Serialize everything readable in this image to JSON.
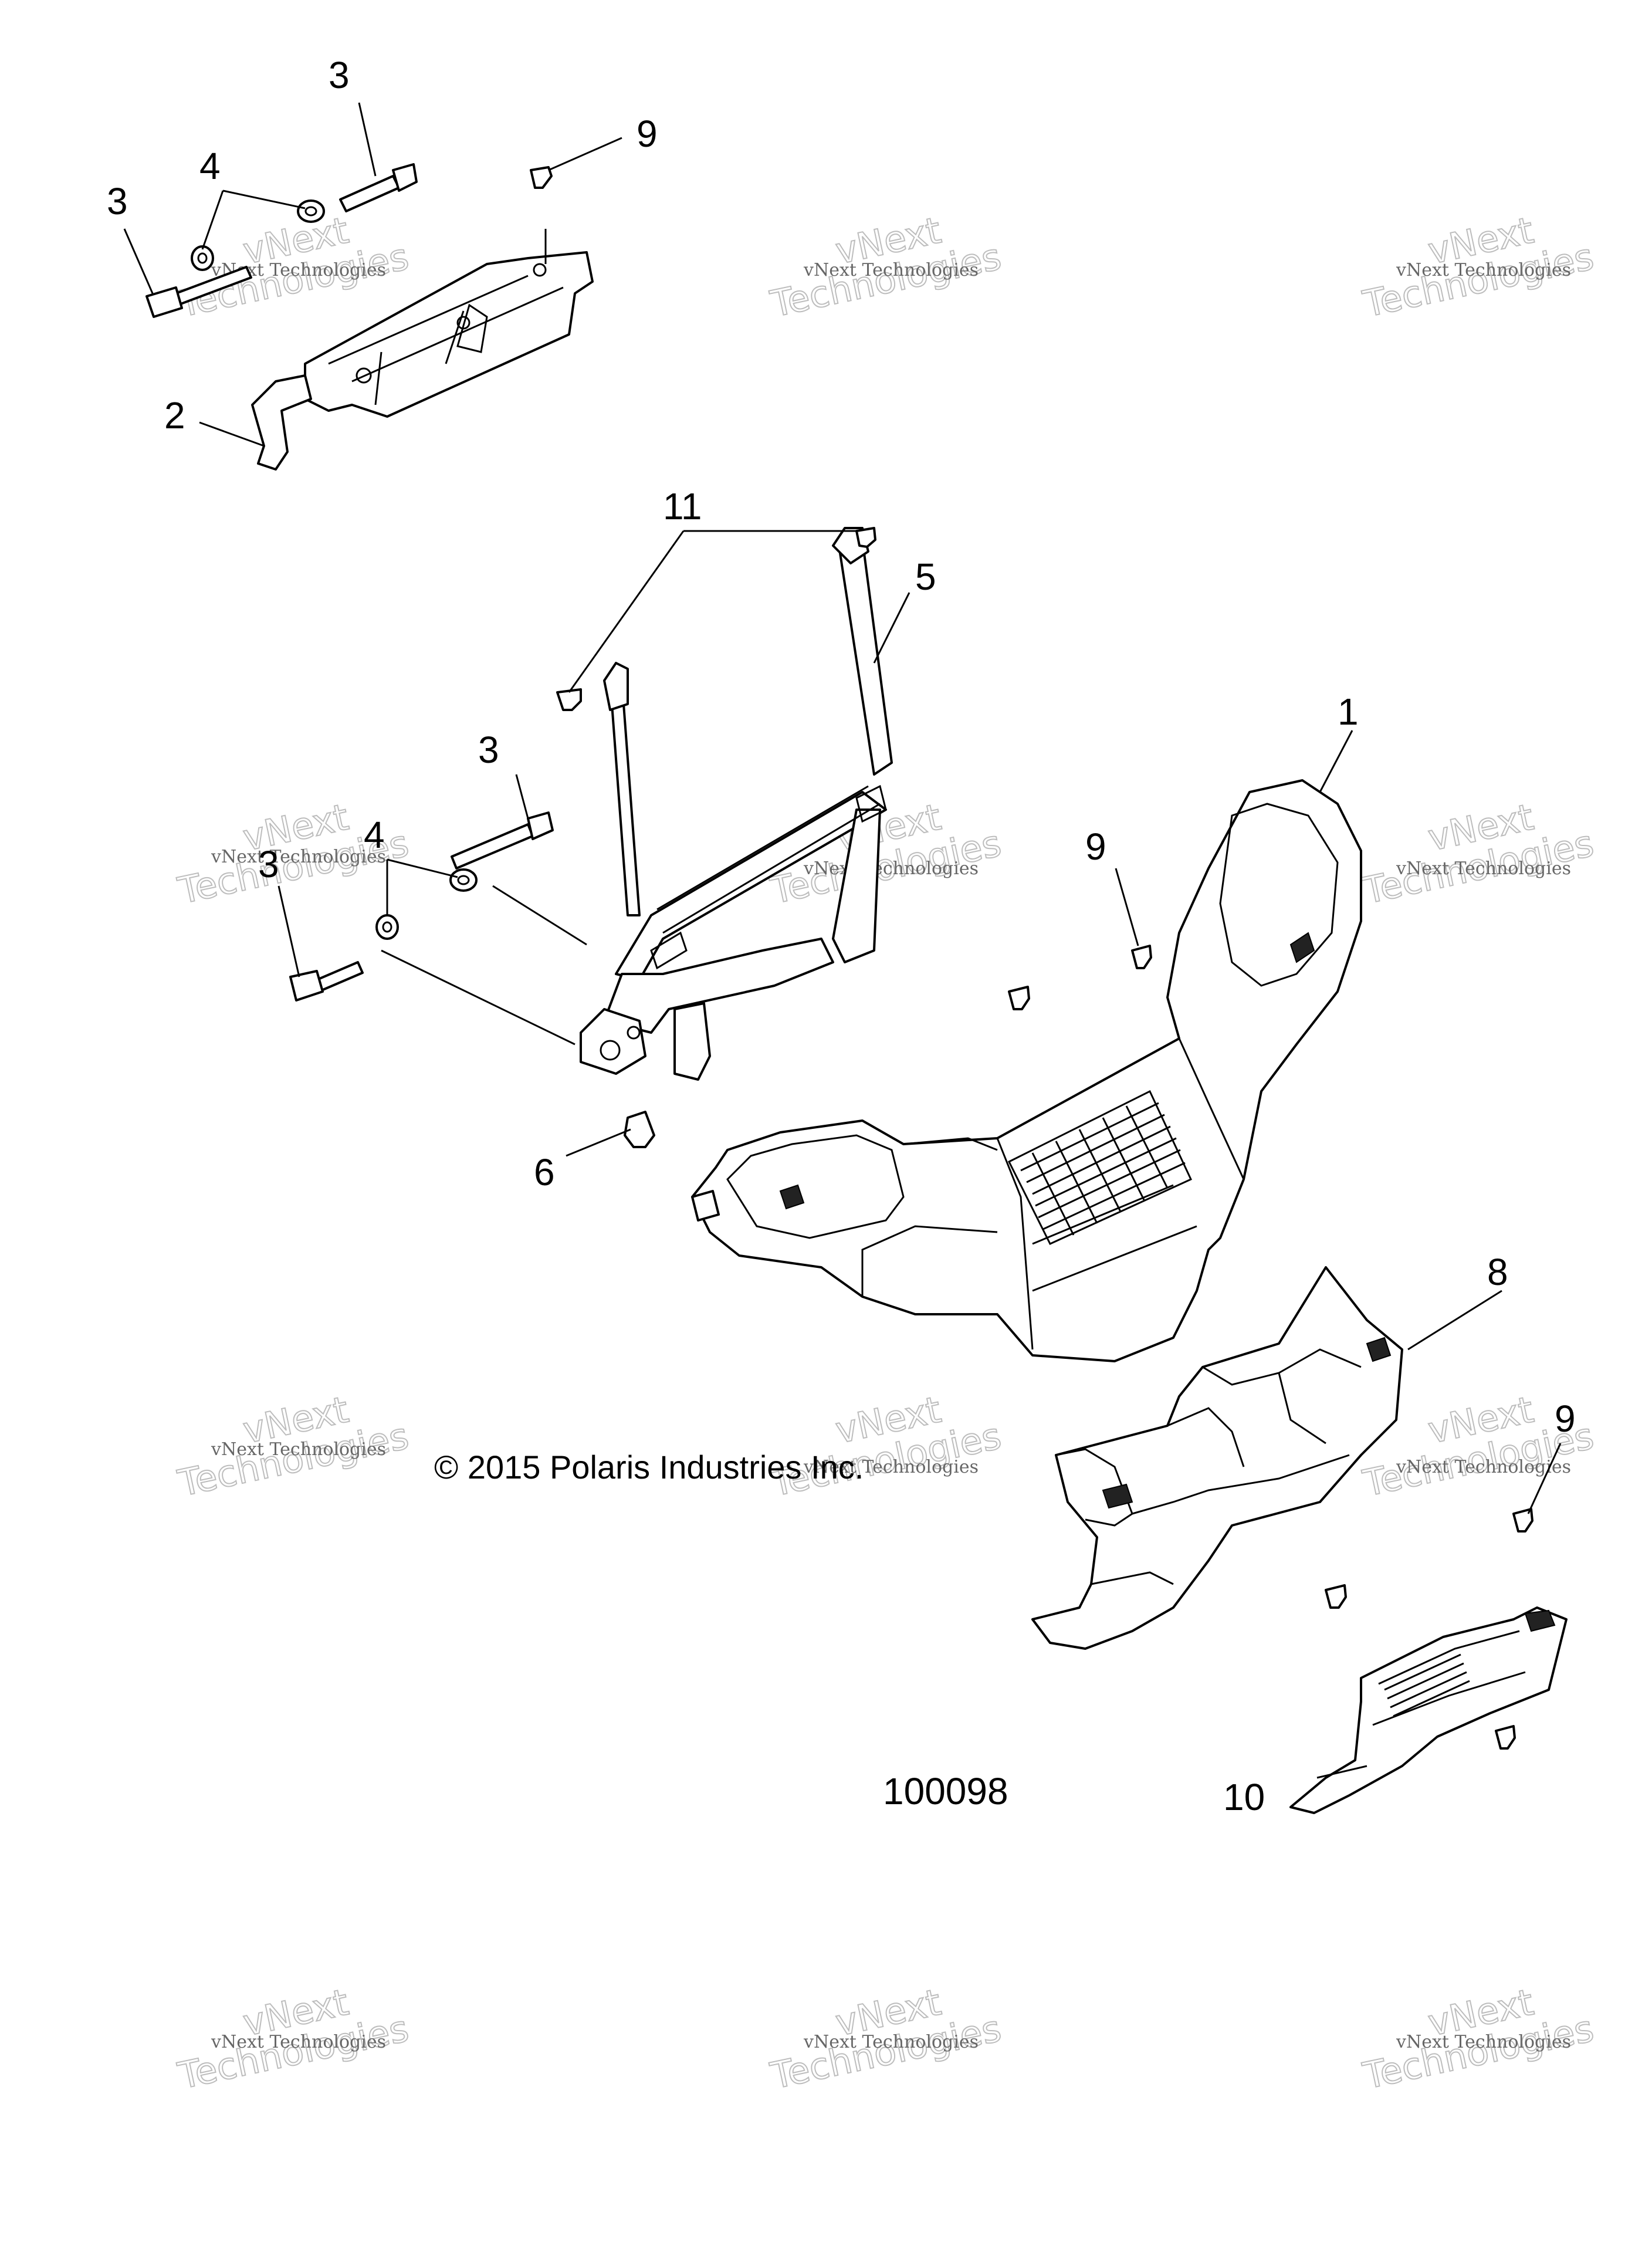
{
  "callouts": {
    "c3_top": "3",
    "c9_top": "9",
    "c4_top": "4",
    "c3_topleft": "3",
    "c2": "2",
    "c11": "11",
    "c5": "5",
    "c1": "1",
    "c3_mid": "3",
    "c9_mid": "9",
    "c4_mid": "4",
    "c3_midleft": "3",
    "c6": "6",
    "c8": "8",
    "c9_right": "9",
    "c10": "10"
  },
  "copyright": "© 2015 Polaris Industries Inc.",
  "part_number": "100098",
  "watermark": {
    "line1": "vNext Technologies",
    "line2": "Technologies",
    "line3": "vNext"
  }
}
